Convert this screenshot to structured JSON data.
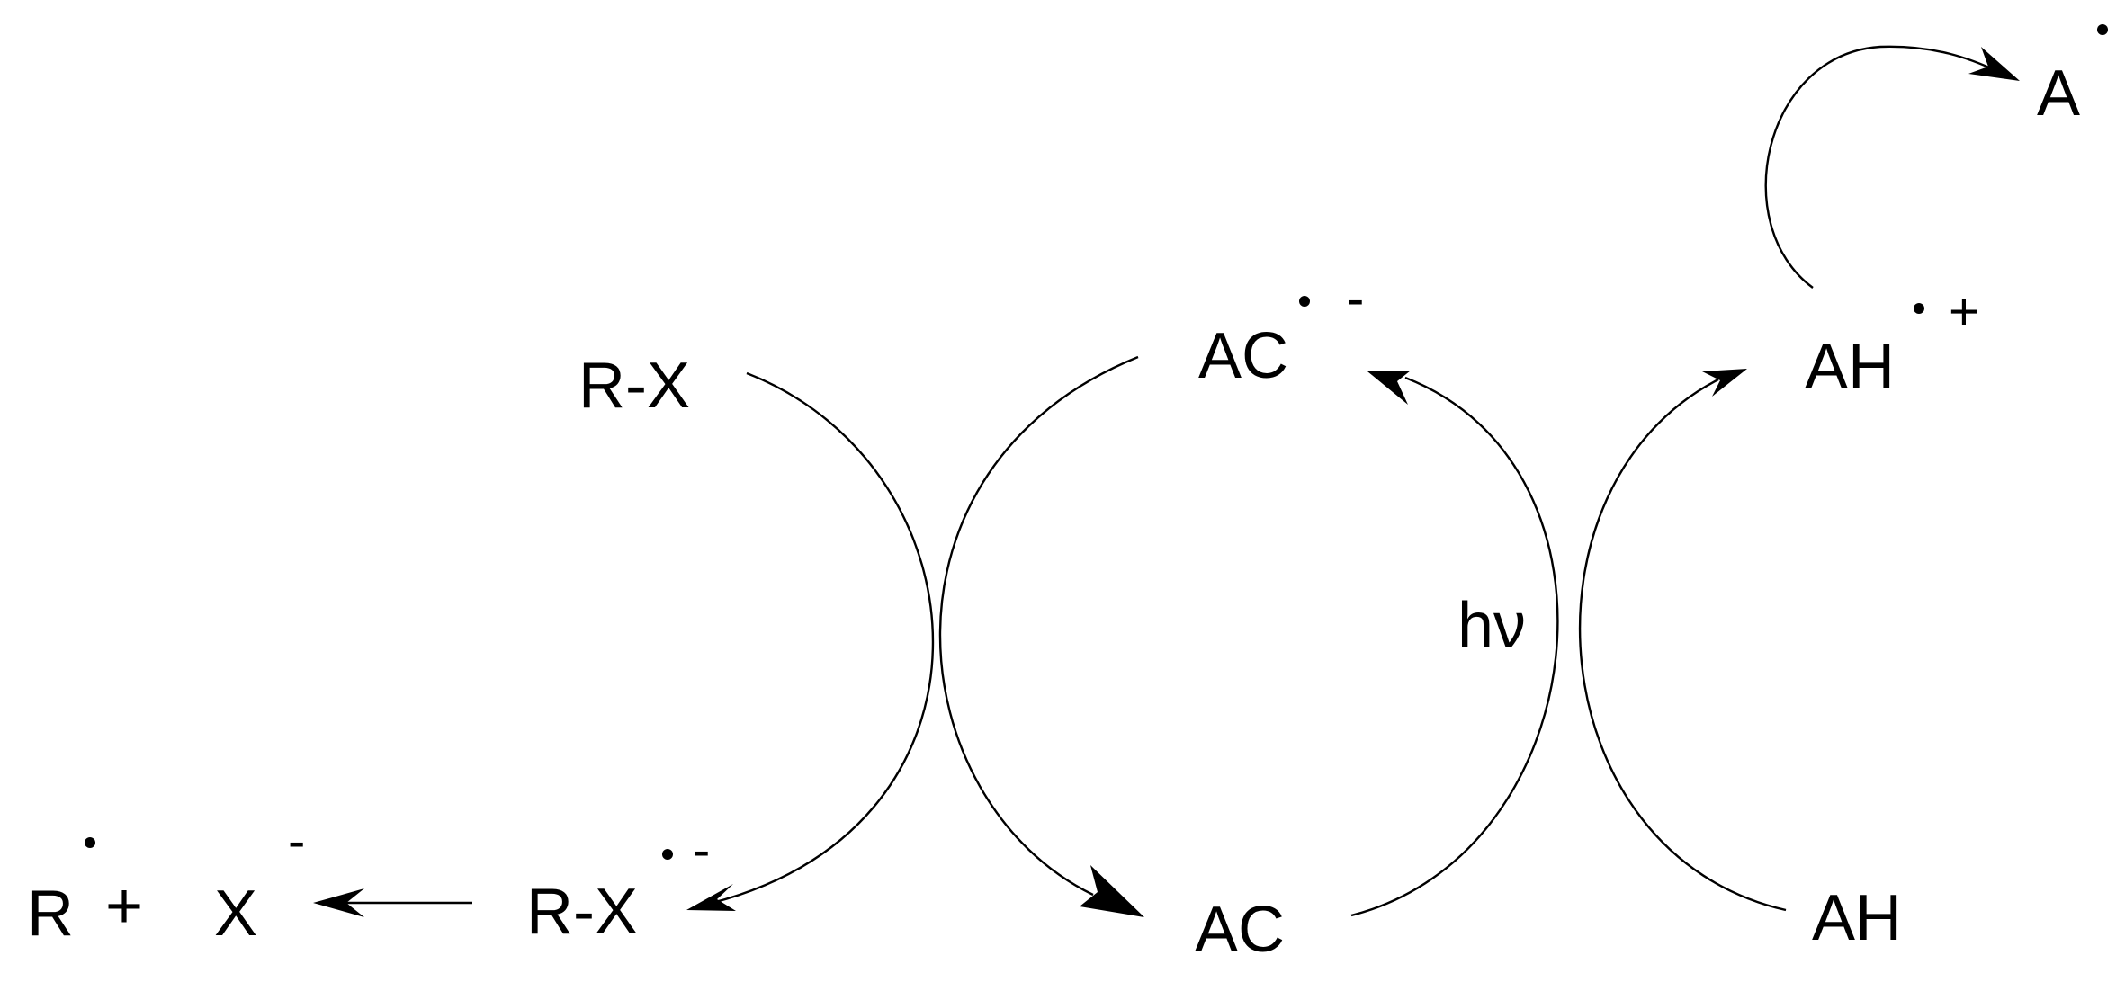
{
  "diagram": {
    "species": {
      "rx": "R-X",
      "rx_radical_anion": "R-X",
      "r_radical": "R",
      "plus": "+",
      "x_anion": "X",
      "ac": "AC",
      "ac_radical_anion": "AC",
      "ah": "AH",
      "ah_radical_cation": "AH",
      "a_radical": "A"
    },
    "charges": {
      "minus": "-",
      "plus": "+"
    },
    "light": "hν",
    "colors": {
      "ink": "#000000",
      "background": "#ffffff"
    }
  }
}
